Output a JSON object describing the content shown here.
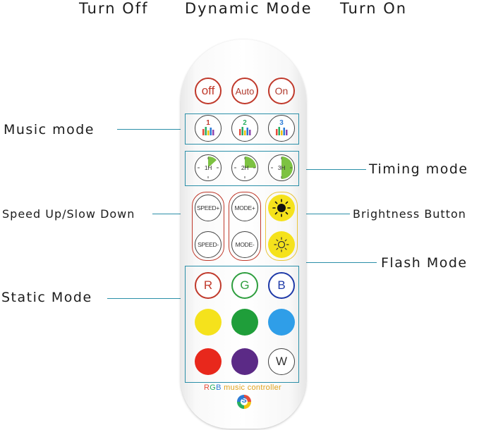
{
  "labels": {
    "turn_off": "Turn Off",
    "dynamic_mode": "Dynamic Mode",
    "turn_on": "Turn On",
    "music_mode": "Music mode",
    "timing_mode": "Timing mode",
    "speed": "Speed Up/Slow Down",
    "brightness": "Brightness Button",
    "flash_mode": "Flash Mode",
    "static_mode": "Static Mode"
  },
  "buttons": {
    "off": "off",
    "auto": "Auto",
    "on": "On",
    "music": [
      "1",
      "2",
      "3"
    ],
    "timer": [
      "1H",
      "2H",
      "3H"
    ],
    "speed_up": "SPEED+",
    "speed_down": "SPEED-",
    "mode_up": "MODE+",
    "mode_down": "MODE-",
    "r": "R",
    "g": "G",
    "b": "B",
    "w": "W"
  },
  "brand": {
    "r": "R",
    "g": "G",
    "b": "B",
    "rest": " music controller",
    "logo": "S"
  },
  "colors": {
    "accent_line": "#2b8fa8",
    "yellow": "#f5e21c",
    "green": "#1f9e3a",
    "light_blue": "#2f9ee8",
    "red": "#e8281c",
    "purple": "#5b2a86"
  }
}
